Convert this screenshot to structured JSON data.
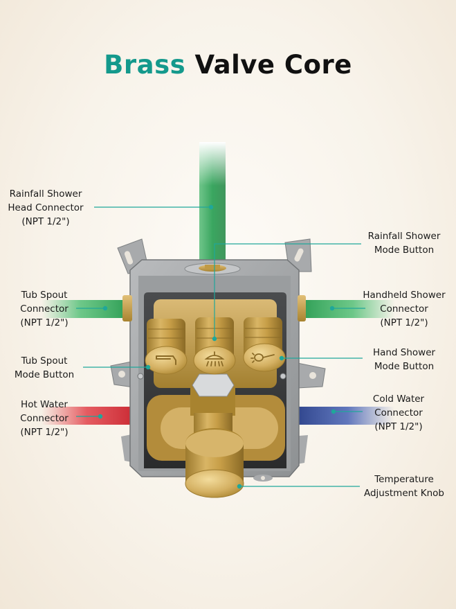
{
  "title": {
    "accent": "Brass",
    "rest": "Valve Core"
  },
  "colors": {
    "accent": "#14998c",
    "leader_line": "#1fa79a",
    "hot_pipe": "#e0363f",
    "cold_pipe": "#2f4c9e",
    "supply_pipe": "#3fb867",
    "brass": "#c9a24a"
  },
  "labels": {
    "rainfall_head": {
      "l1": "Rainfall Shower",
      "l2": "Head Connector",
      "l3": "(NPT 1/2\")"
    },
    "tub_spout": {
      "l1": "Tub Spout",
      "l2": "Connector",
      "l3": "(NPT 1/2\")"
    },
    "tub_button": {
      "l1": "Tub Spout",
      "l2": "Mode Button"
    },
    "hot": {
      "l1": "Hot Water",
      "l2": "Connector",
      "l3": "(NPT 1/2\")"
    },
    "rain_button": {
      "l1": "Rainfall Shower",
      "l2": "Mode Button"
    },
    "handheld": {
      "l1": "Handheld Shower",
      "l2": "Connector",
      "l3": "(NPT 1/2\")"
    },
    "hand_button": {
      "l1": "Hand Shower",
      "l2": "Mode Button"
    },
    "cold": {
      "l1": "Cold Water",
      "l2": "Connector",
      "l3": "(NPT 1/2\")"
    },
    "knob": {
      "l1": "Temperature",
      "l2": "Adjustment Knob"
    }
  }
}
